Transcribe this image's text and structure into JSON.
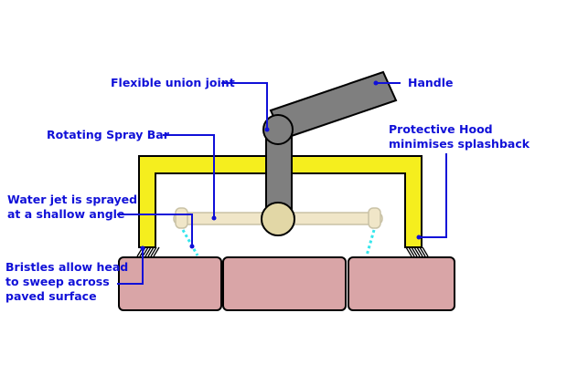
{
  "labels": {
    "flexible_union_joint": "Flexible union joint",
    "handle": "Handle",
    "rotating_spray_bar": "Rotating Spray Bar",
    "protective_hood_line1": "Protective Hood",
    "protective_hood_line2": "minimises splashback",
    "water_jet_line1": "Water jet is sprayed",
    "water_jet_line2": "at a shallow angle",
    "bristles_line1": "Bristles allow head",
    "bristles_line2": "to sweep across",
    "bristles_line3": "paved surface"
  },
  "colors": {
    "label_text": "#1010d8",
    "leader_line": "#1010d8",
    "hood": "#f5ee1e",
    "handle": "#7f7f7f",
    "spray_bar": "#f0e6c8",
    "union_joint": "#e2d7a6",
    "paving": "#d9a5a7",
    "water_jet": "#35e6ec",
    "outline": "#000000"
  }
}
